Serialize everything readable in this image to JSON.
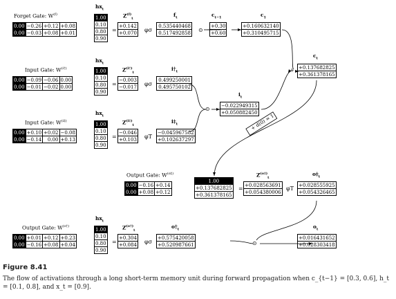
{
  "hx_label": "hx",
  "hx_sub": "t",
  "hx_values": [
    "1.00",
    "0.10",
    "0.80",
    "0.90"
  ],
  "symbols": {
    "equals": "=",
    "plus": "+",
    "odot": "⊙",
    "phi_sigma": "φσ",
    "phi_tanh": "φT"
  },
  "forget": {
    "label": "Forget Gate: W",
    "sup": "(f)",
    "W": [
      [
        "0.00",
        "−0.26",
        "+0.12",
        "+0.08"
      ],
      [
        "0.00",
        "−0.03",
        "+0.08",
        "+0.01"
      ]
    ],
    "z_label": "Z",
    "z_sup": "(f)",
    "z_sub": "t",
    "z": [
      "+0.142",
      "+0.070"
    ],
    "f_label": "f",
    "f_sub": "t",
    "f": [
      "0.535440468",
      "0.517492858"
    ],
    "cprev_label": "c",
    "cprev_sub": "t−1",
    "cprev": [
      "+0.30",
      "+0.60"
    ],
    "c1_label": "c",
    "c1_sub": "1",
    "c1": [
      "+0.160632140",
      "+0.310495715"
    ]
  },
  "input1": {
    "label": "Input Gate: W",
    "sup": "(i†)",
    "W": [
      [
        "0.00",
        "−0.09",
        "−0.06",
        "0.00"
      ],
      [
        "0.00",
        "−0.01",
        "−0.02",
        "0.00"
      ]
    ],
    "z_label": "Z",
    "z_sup": "(i†)",
    "z_sub": "t",
    "z": [
      "−0.003",
      "−0.017"
    ],
    "a_label": "i†",
    "a_sub": "t",
    "a": [
      "0.499250001",
      "0.495750102"
    ]
  },
  "input2": {
    "label": "Input Gate: W",
    "sup": "(i‡)",
    "W": [
      [
        "0.00",
        "+0.10",
        "+0.02",
        "−0.08"
      ],
      [
        "0.00",
        "−0.14",
        "0.00",
        "+0.13"
      ]
    ],
    "z_label": "Z",
    "z_sup": "(i‡)",
    "z_sub": "t",
    "z": [
      "−0.046",
      "+0.103"
    ],
    "a_label": "i‡",
    "a_sub": "t",
    "a": [
      "−0.045967582",
      "+0.102637297"
    ]
  },
  "i_combined": {
    "label": "i",
    "sub": "t",
    "values": [
      "−0.022949315",
      "+0.050882450"
    ]
  },
  "c_new": {
    "label": "c",
    "sub": "t",
    "values": [
      "+0.137682825",
      "+0.361378165"
    ]
  },
  "d0_label": "+ d(0) = 1",
  "output1": {
    "label": "Output Gate: W",
    "sup": "(o‡)",
    "W": [
      [
        "0.00",
        "−0.16",
        "+0.14"
      ],
      [
        "0.00",
        "+0.08",
        "+0.12"
      ]
    ],
    "in": [
      "1.00",
      "+0.137682825",
      "+0.361378165"
    ],
    "z_label": "Z",
    "z_sup": "(o‡)",
    "z_sub": "t",
    "z": [
      "+0.028563691",
      "+0.054380006"
    ],
    "a_label": "o‡",
    "a_sub": "t",
    "a": [
      "+0.028555925",
      "+0.054326465"
    ]
  },
  "output2": {
    "label": "Output Gate: W",
    "sup": "(o†)",
    "W": [
      [
        "0.00",
        "+0.01",
        "+0.12",
        "+0.23"
      ],
      [
        "0.00",
        "−0.16",
        "+0.08",
        "+0.04"
      ]
    ],
    "z_label": "Z",
    "z_sup": "(o†)",
    "z_sub": "t",
    "z": [
      "+0.304",
      "+0.084"
    ],
    "a_label": "o†",
    "a_sub": "t",
    "a": [
      "+0.575420058",
      "+0.520987661"
    ],
    "out_label": "o",
    "out_sub": "t",
    "out": [
      "+0.016431652",
      "+0.028303418"
    ]
  },
  "caption": {
    "title": "Figure 8.41",
    "text": "The flow of activations through a long short-term memory unit during forward propagation when c_{t−1} = [0.3, 0.6], h_t = [0.1, 0.8], and x_t = [0.9]."
  }
}
